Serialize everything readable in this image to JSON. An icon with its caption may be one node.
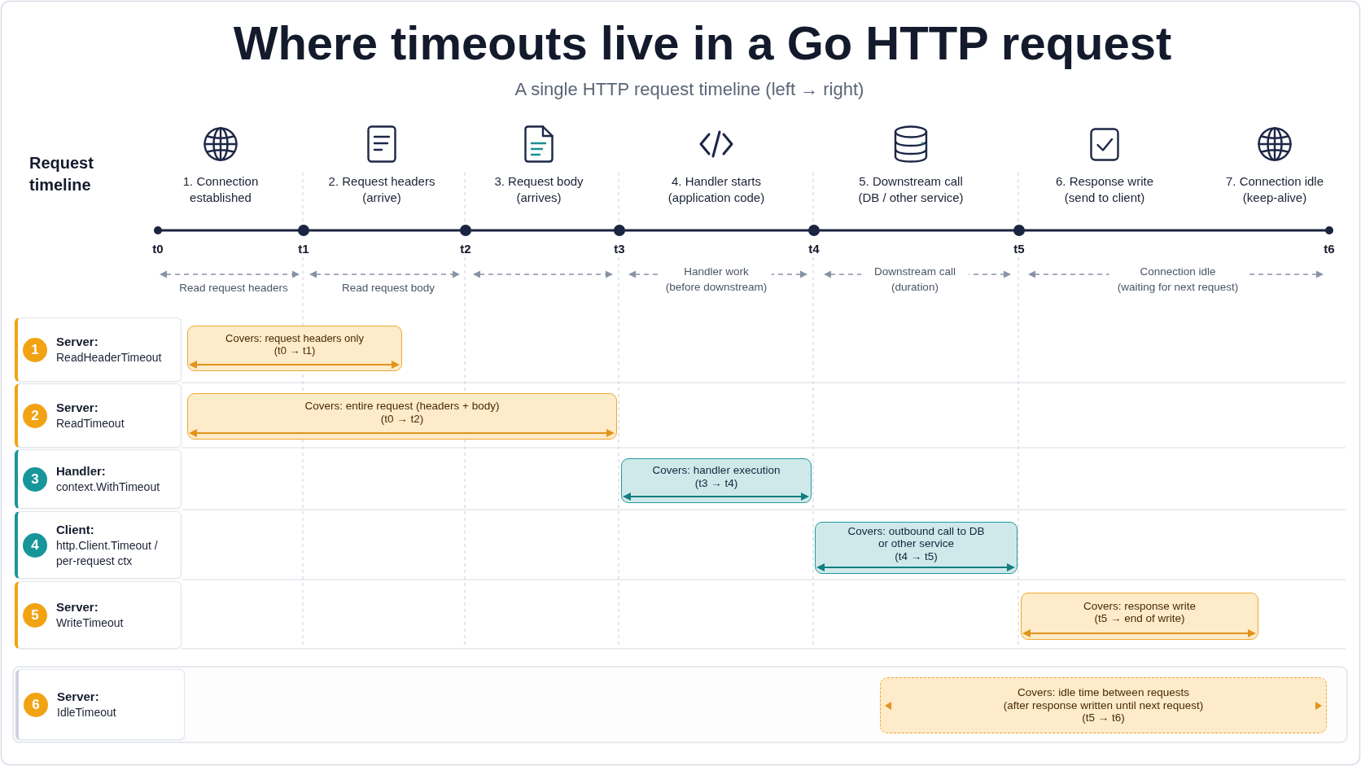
{
  "diagram": {
    "title": "Where timeouts live in a Go HTTP request",
    "nodes": [
      {
        "text": [
          "Server:",
          "ReadHeaderTimeout"
        ]
      },
      {
        "text": [
          "1"
        ],
        "in": 0
      },
      {
        "text": [
          "Covers: request headers only",
          "(t0 → t1)"
        ]
      },
      {
        "text": [
          "Server:",
          "ReadTimeout"
        ]
      },
      {
        "text": [
          "2"
        ],
        "in": 3
      },
      {
        "text": [
          "Covers: entire request (headers + body)",
          "(t0 → t2)"
        ]
      },
      {
        "text": [
          "Handler:",
          "context.WithTimeout"
        ]
      },
      {
        "text": [
          "3"
        ],
        "in": 6
      },
      {
        "text": [
          "Covers: handler execution",
          "(t3 → t4)"
        ]
      },
      {
        "text": [
          "Client:",
          "http.Client.Timeout / per-request ctx"
        ]
      },
      {
        "text": [
          "4"
        ],
        "in": 9
      },
      {
        "text": [
          "Covers: outbound call to DB or other service",
          "(t4 → t5)"
        ]
      },
      {
        "text": [
          "Server:",
          "WriteTimeout"
        ]
      },
      {
        "text": [
          "5"
        ],
        "in": 12
      },
      {
        "text": [
          "Covers: response write",
          "(t5 → end of write)"
        ]
      },
      {
        "text": [
          "Server:",
          "IdleTimeout"
        ]
      },
      {
        "text": [
          "6"
        ],
        "in": 15
      },
      {
        "text": [
          "Covers: idle time between requests",
          "(after response written until next request)",
          "(t5 → t6)"
        ]
      }
    ],
    "labels": [
      "A single HTTP request timeline (left → right)",
      "Request timeline",
      "1. Connection established",
      "2. Request headers (arrive)",
      "3. Request body (arrives)",
      "4. Handler starts (application code)",
      "5. Downstream call (DB / other service)",
      "6. Response write (send to client)",
      "7. Connection idle (keep-alive)",
      "t0",
      "t1",
      "t2",
      "t3",
      "t4",
      "t5",
      "t6",
      "Read request headers",
      "Read request body",
      "Handler work (before downstream)",
      "Downstream call (duration)",
      "Connection idle (waiting for next request)"
    ]
  }
}
